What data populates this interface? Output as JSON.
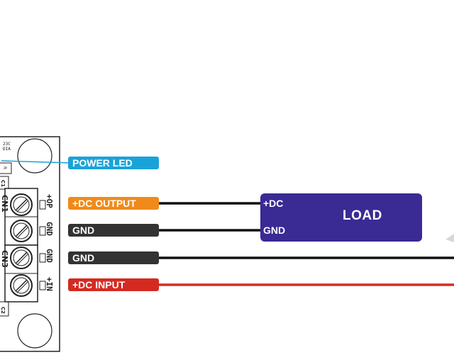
{
  "colors": {
    "power_led": "#1aa3d8",
    "dc_output": "#f08a1a",
    "gnd": "#333333",
    "dc_input": "#d42a22",
    "load": "#3a2a94",
    "board_outline": "#222222"
  },
  "labels": {
    "power_led": "POWER LED",
    "dc_output": "+DC OUTPUT",
    "gnd_output": "GND",
    "gnd_input": "GND",
    "dc_input": "+DC INPUT"
  },
  "load": {
    "title": "LOAD",
    "terminal_dc": "+DC",
    "terminal_gnd": "GND"
  },
  "board": {
    "silk_top": "23C",
    "silk_top2": "DIA",
    "cn1_label": "CN1",
    "cn3_label": "CN3",
    "op_plus_label": "+OP",
    "op_gnd_label": "GND",
    "in_gnd_label": "GND",
    "in_plus_label": "+IN",
    "cap_c1": "C1",
    "cap_c2": "C2",
    "res_label": "R"
  }
}
